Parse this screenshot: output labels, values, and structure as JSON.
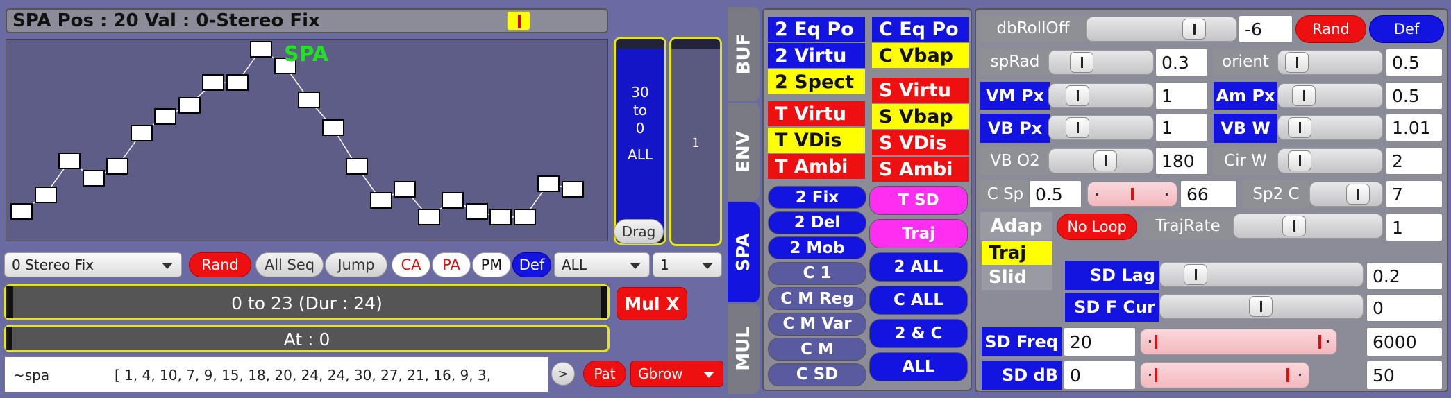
{
  "header": {
    "title": "SPA Pos : 20  Val : 0-Stereo Fix"
  },
  "graph": {
    "label": "SPA",
    "values": [
      1,
      4,
      10,
      7,
      9,
      15,
      18,
      20,
      24,
      24,
      30,
      27,
      21,
      16,
      9,
      3,
      5,
      0,
      3,
      1,
      0,
      0,
      6,
      5
    ],
    "max": 30
  },
  "vbar1": {
    "line1": "30",
    "line2": "to",
    "line3": "0",
    "line4": "ALL"
  },
  "vbar2": {
    "value": "1"
  },
  "drag_label": "Drag",
  "controls": {
    "preset": "0 Stereo Fix",
    "rand": "Rand",
    "allseq": "All Seq",
    "jump": "Jump",
    "ca": "CA",
    "pa": "PA",
    "pm": "PM",
    "def": "Def",
    "all_select": "ALL",
    "num_select": "1"
  },
  "range_bar": {
    "text": "0 to 23 (Dur : 24)"
  },
  "at_bar": {
    "text": "At : 0"
  },
  "mulx": "Mul X",
  "sequence": {
    "prefix": "~spa",
    "values": "[ 1, 4, 10, 7, 9, 15, 18, 20, 24, 24, 30, 27, 21, 16, 9, 3,"
  },
  "arrow": ">",
  "pat": "Pat",
  "gbrow": "Gbrow",
  "tabs": {
    "buf": "BUF",
    "env": "ENV",
    "spa": "SPA",
    "mul": "MUL"
  },
  "grid": {
    "col1": [
      "2 Eq Po",
      "2 Virtu",
      "2 Spect",
      "T Virtu",
      "T VDis",
      "T Ambi"
    ],
    "col2": [
      "C Eq Po",
      "C Vbap",
      "S Virtu",
      "S Vbap",
      "S VDis",
      "S Ambi"
    ]
  },
  "pills": {
    "col1": [
      "2 Fix",
      "2 Del",
      "2 Mob",
      "C 1",
      "C M Reg",
      "C M Var",
      "C M",
      "C SD"
    ],
    "col2": [
      "T SD",
      "Traj",
      "2 ALL",
      "C ALL",
      "2 & C",
      "ALL"
    ]
  },
  "params": {
    "dbrolloff": {
      "label": "dbRollOff",
      "value": "-6"
    },
    "rand": "Rand",
    "def": "Def",
    "sprad": {
      "label": "spRad",
      "value": "0.3"
    },
    "orient": {
      "label": "orient",
      "value": "0.5"
    },
    "vmpx": {
      "label": "VM Px",
      "value": "1"
    },
    "ampx": {
      "label": "Am Px",
      "value": "0.5"
    },
    "vbpx": {
      "label": "VB Px",
      "value": "1"
    },
    "vbw": {
      "label": "VB W",
      "value": "1.01"
    },
    "vbo2": {
      "label": "VB O2",
      "value": "180"
    },
    "cirw": {
      "label": "Cir W",
      "value": "2"
    },
    "csp": {
      "label": "C Sp",
      "value_low": "0.5",
      "value_high": "66"
    },
    "sp2c": {
      "label": "Sp2 C",
      "value": "7"
    },
    "adap": "Adap",
    "noloop": "No Loop",
    "trajrate": {
      "label": "TrajRate",
      "value": "1"
    },
    "traj": "Traj",
    "slid": "Slid",
    "sdlag": {
      "label": "SD Lag",
      "value": "0.2"
    },
    "sdfcur": {
      "label": "SD F Cur",
      "value": "0"
    },
    "sdfreq": {
      "label": "SD Freq",
      "value_low": "20",
      "value_high": "6000"
    },
    "sddb": {
      "label": "SD dB",
      "value_low": "0",
      "value_high": "50"
    }
  },
  "colors": {
    "bg": "#6b6ba3",
    "blue": "#1414e0",
    "red": "#e81010",
    "yellow": "#ffff14",
    "green": "#22e022"
  }
}
